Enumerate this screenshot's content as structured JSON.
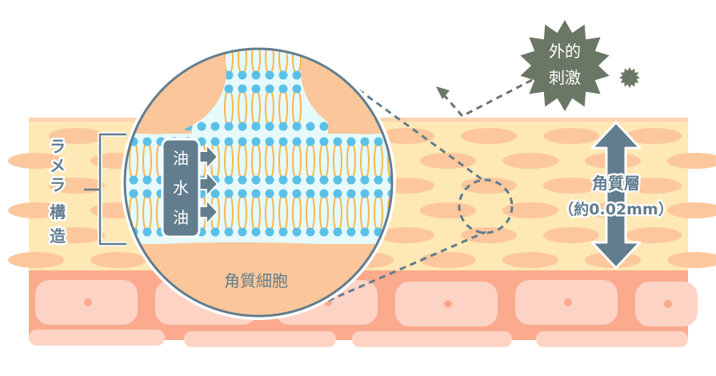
{
  "labels": {
    "lamellar": [
      "ラ",
      "メ",
      "ラ",
      "構",
      "造"
    ],
    "oil_water": [
      "油",
      "水",
      "油"
    ],
    "corneocyte": "角質細胞",
    "stimulus": [
      "外的",
      "刺激"
    ],
    "stratum_corneum": "角質層",
    "thickness": "（約0.02mm）"
  },
  "colors": {
    "corneum": "#fde8b6",
    "corneum_cell": "#fcc79c",
    "dermis": "#fbaa8e",
    "dermis_cell": "#fdd3c6",
    "lipid_head": "#5bc0e8",
    "lipid_tail": "#f7b84a",
    "channel": "#e6f9fb",
    "slate": "#627d8e",
    "stimulus": "#6b7765"
  }
}
